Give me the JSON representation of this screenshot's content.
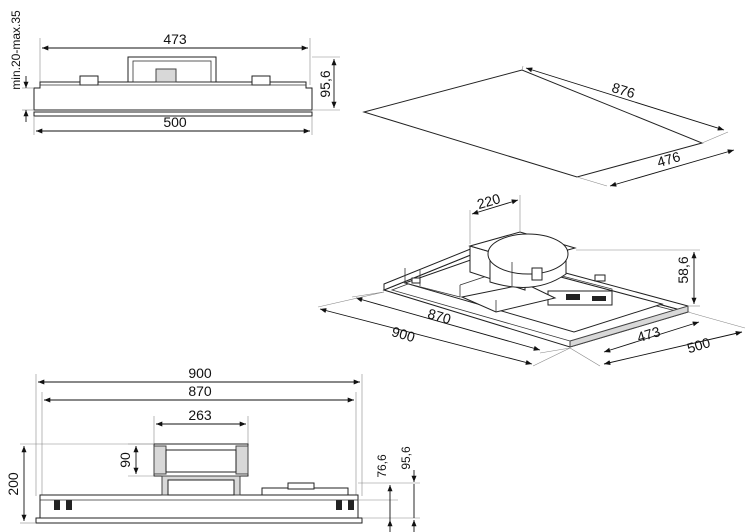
{
  "views": {
    "side_top": {
      "width_top": "473",
      "height": "95,6",
      "width_bottom": "500",
      "gap": "min.20-max.35"
    },
    "glass_panel": {
      "length": "876",
      "depth": "476"
    },
    "iso": {
      "duct": "220",
      "height": "58,6",
      "inner_length": "870",
      "outer_length": "900",
      "inner_depth": "473",
      "outer_depth": "500"
    },
    "front": {
      "outer_length": "900",
      "inner_length": "870",
      "motor_width": "263",
      "motor_height": "90",
      "total_height": "200",
      "body_height": "76,6",
      "body_height_total": "95,6"
    }
  },
  "arrow_color": "#111111"
}
